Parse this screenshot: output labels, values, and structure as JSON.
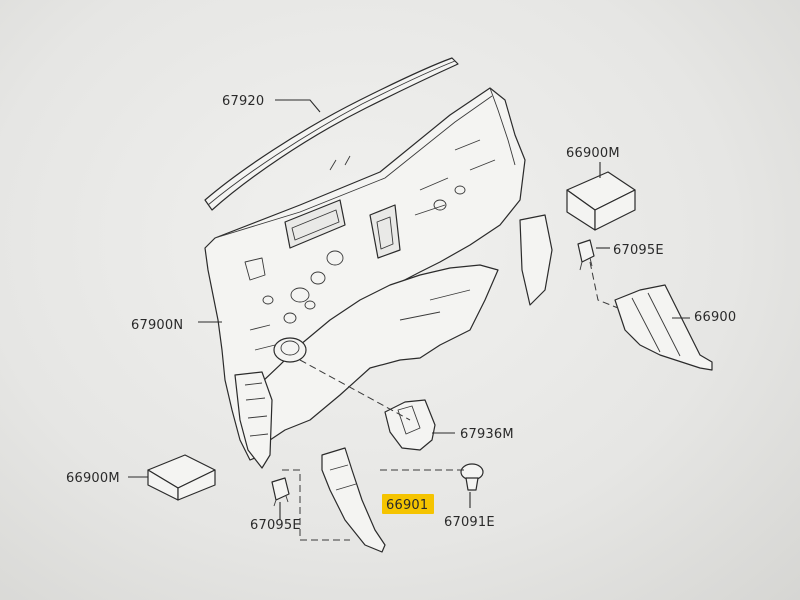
{
  "labels": {
    "p67920": "67920",
    "p66900m_top": "66900M",
    "p67095e_right": "67095E",
    "p66900": "66900",
    "p67900n": "67900N",
    "p67936m": "67936M",
    "p66900m_left": "66900M",
    "p66901": "66901",
    "p67095e_bottom": "67095E",
    "p67091e": "67091E"
  },
  "highlight_color": "#f5c400"
}
